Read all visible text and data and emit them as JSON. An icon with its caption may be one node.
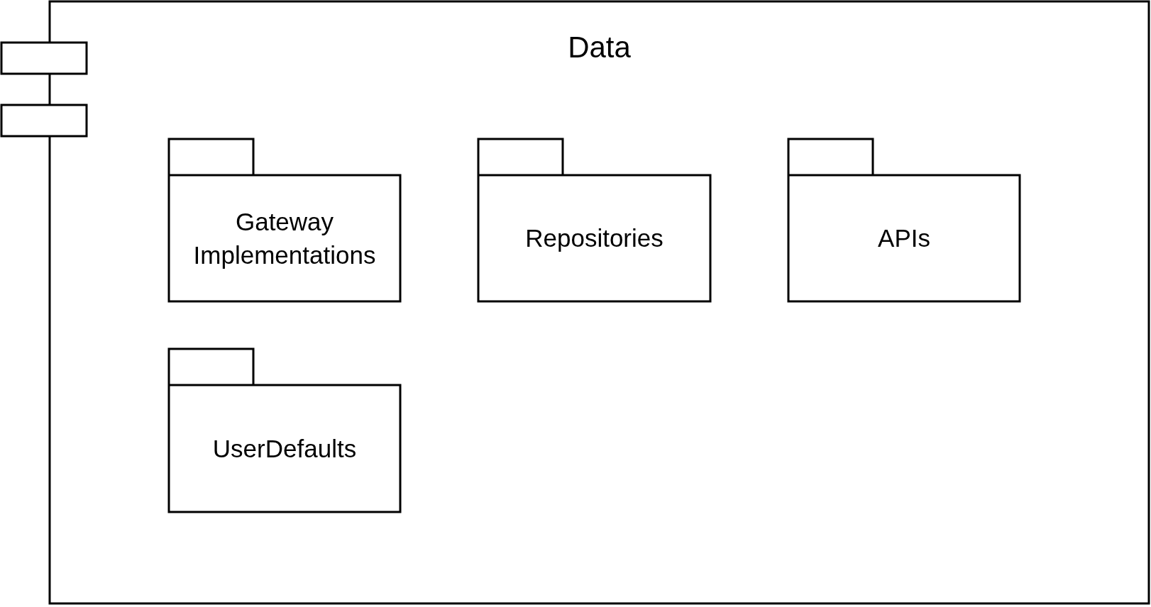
{
  "diagram": {
    "nodes": [
      {
        "text": [
          "Data"
        ]
      },
      {
        "text": [
          "Gateway Implementations"
        ],
        "in": 0
      },
      {
        "text": [
          "Repositories"
        ],
        "in": 0
      },
      {
        "text": [
          "APIs"
        ],
        "in": 0
      },
      {
        "text": [
          "UserDefaults"
        ],
        "in": 0
      }
    ]
  }
}
